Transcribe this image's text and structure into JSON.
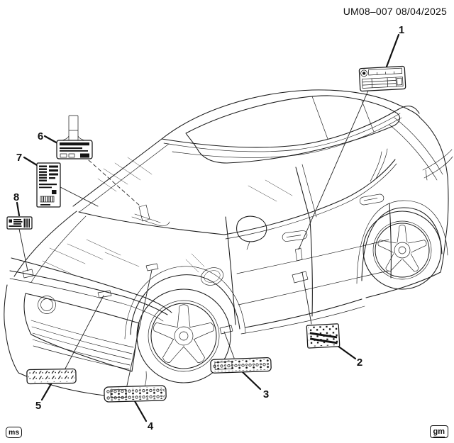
{
  "header": {
    "doc_id": "UM08–007 08/04/2025"
  },
  "callouts": [
    {
      "number": "1"
    },
    {
      "number": "2"
    },
    {
      "number": "3"
    },
    {
      "number": "4"
    },
    {
      "number": "5"
    },
    {
      "number": "6"
    },
    {
      "number": "7"
    },
    {
      "number": "8"
    }
  ],
  "footer": {
    "left_badge": "ms",
    "brand_badge": "gm"
  },
  "colors": {
    "line": "#1b1b1b",
    "background": "#ffffff"
  }
}
